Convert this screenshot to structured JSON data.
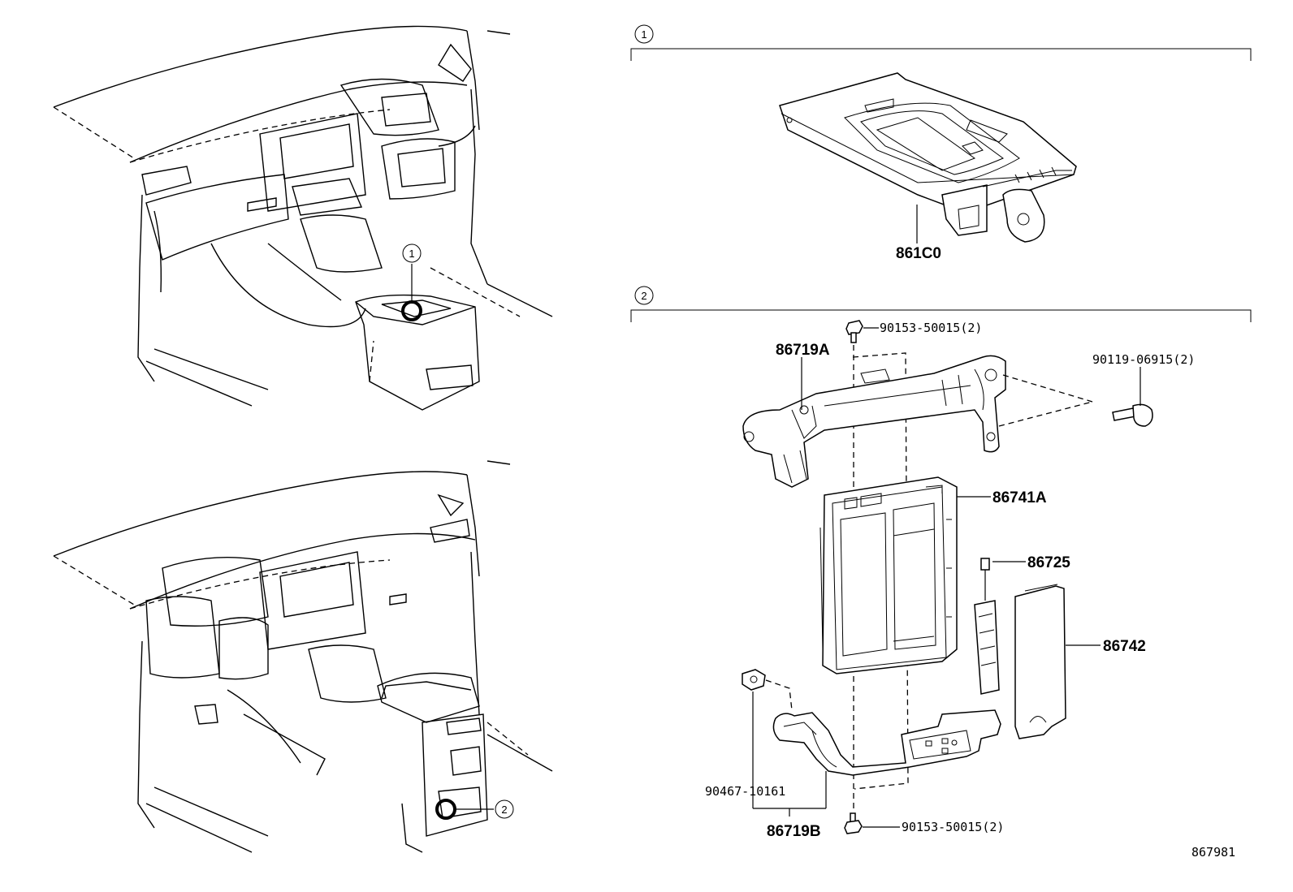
{
  "diagram_id": "867981",
  "sections": [
    {
      "callout": "1",
      "parts": [
        "861C0"
      ]
    },
    {
      "callout": "2",
      "parts": [
        "86719A",
        "86741A",
        "86725",
        "86742",
        "90467-10161",
        "86719B"
      ],
      "fasteners": [
        "90153-50015(2)",
        "90119-06915(2)",
        "90153-50015(2)"
      ]
    }
  ],
  "location_callouts": [
    "1",
    "2"
  ]
}
